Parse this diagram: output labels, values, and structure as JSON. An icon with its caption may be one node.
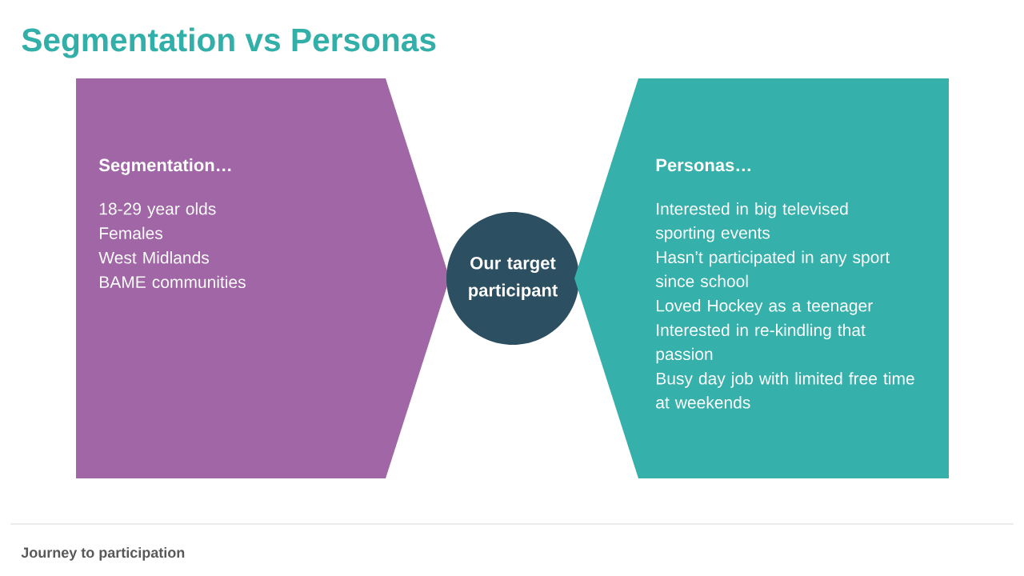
{
  "diagram": {
    "title": "Segmentation vs Personas",
    "nodes": [
      {
        "text": [
          "Segmentation…",
          "18-29 year olds",
          "Females",
          "West Midlands",
          "BAME communities"
        ]
      },
      {
        "text": [
          "Our target participant"
        ]
      },
      {
        "text": [
          "Personas…",
          "Interested in big televised sporting events",
          "Hasn’t participated in any sport since school",
          "Loved Hockey as a teenager",
          "Interested in re-kindling that passion",
          "Busy day job with limited free time at weekends"
        ]
      }
    ],
    "labels": [
      "Journey to participation"
    ]
  }
}
